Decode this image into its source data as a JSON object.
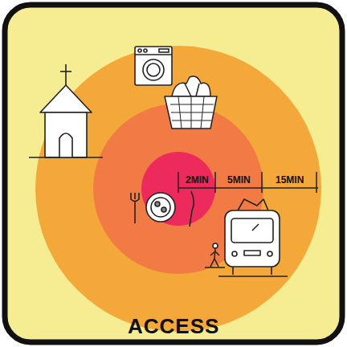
{
  "diagram": {
    "title": "ACCESS",
    "labels": [
      "2MIN",
      "5MIN",
      "15MIN"
    ]
  }
}
